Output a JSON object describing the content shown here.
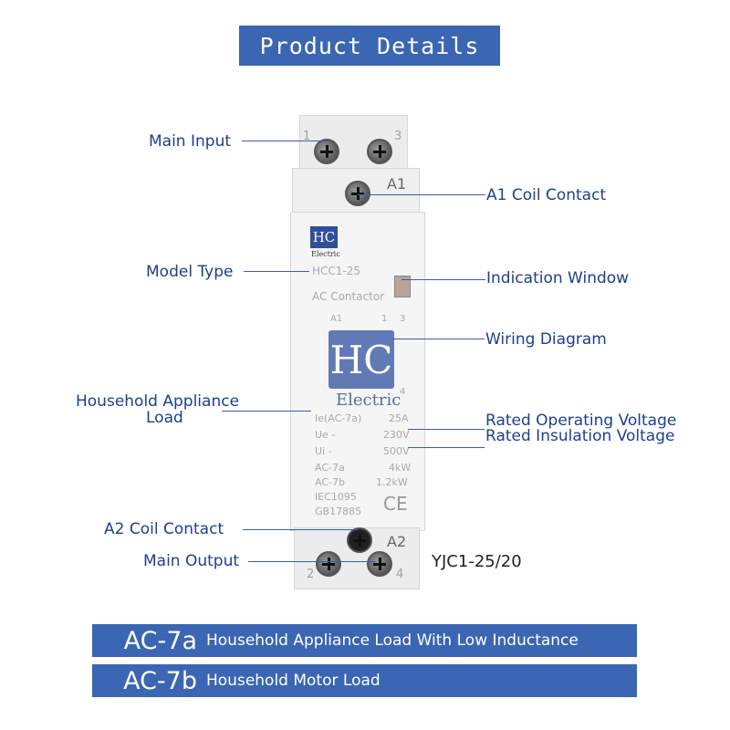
{
  "banner": {
    "title": "Product Details"
  },
  "labels": {
    "main_input": "Main Input",
    "a1_coil_contact": "A1 Coil Contact",
    "model_type": "Model Type",
    "indication_window": "Indication Window",
    "wiring_diagram": "Wiring Diagram",
    "household_load_line1": "Household Appliance",
    "household_load_line2": "Load",
    "rated_operating_voltage": "Rated Operating Voltage",
    "rated_insulation_voltage": "Rated Insulation Voltage",
    "a2_coil_contact": "A2 Coil Contact",
    "main_output": "Main Output"
  },
  "model_code": "YJC1-25/20",
  "device": {
    "brand_logo": "HC",
    "brand_sub": "Electric",
    "model": "HCC1-25",
    "type": "AC Contactor",
    "terminal_top_left": "1",
    "terminal_top_right": "3",
    "terminal_bottom_left": "2",
    "terminal_bottom_right": "4",
    "a1_label": "A1",
    "a2_label": "A2",
    "specs_left": [
      "Ie(AC-7a)",
      "Ue -",
      "Ui -",
      "AC-7a",
      "AC-7b",
      "IEC1095",
      "GB17885"
    ],
    "specs_right": [
      "25A",
      "230V",
      "500V",
      "4kW",
      "1.2kW"
    ],
    "ce_mark": "CE"
  },
  "legend": [
    {
      "code": "AC-7a",
      "description": "Household Appliance Load With Low Inductance"
    },
    {
      "code": "AC-7b",
      "description": "Household Motor Load"
    }
  ],
  "colors": {
    "accent": "#3a66b3",
    "label_text": "#1d3f8e"
  }
}
